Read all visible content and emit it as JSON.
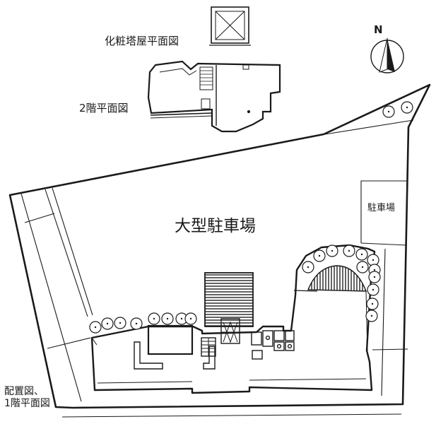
{
  "labels": {
    "tower_floor_plan": "化粧塔屋平面図",
    "second_floor_plan": "2階平面図",
    "large_parking": "大型駐車場",
    "parking": "駐車場",
    "site_plan": "配置図、",
    "first_floor_plan": "1階平面図"
  },
  "north_arrow": {
    "label": "N"
  },
  "colors": {
    "ink": "#1a1a1a",
    "paper": "#ffffff"
  }
}
